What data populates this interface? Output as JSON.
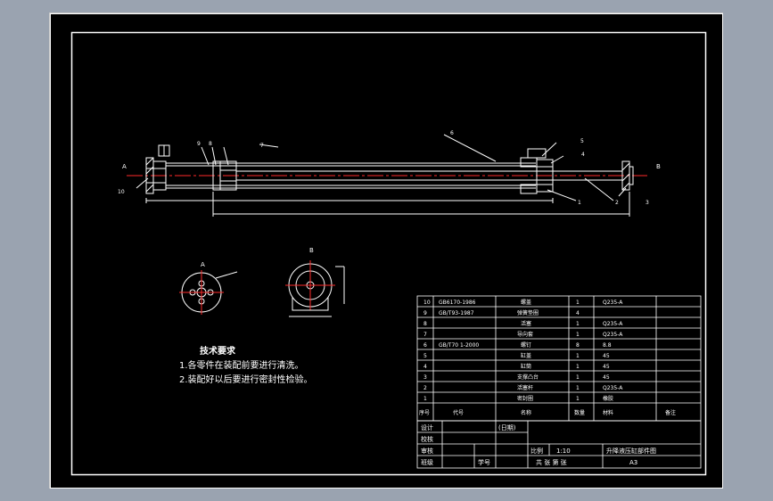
{
  "colors": {
    "background": "#000000",
    "line": "#ffffff",
    "centerline": "#ff2a2a",
    "window_bg": "#9aa3b0"
  },
  "views": {
    "main_view": {
      "section_left": "A",
      "section_right": "B",
      "balloons": [
        "10",
        "9",
        "8",
        "7",
        "6",
        "5",
        "4",
        "3",
        "2",
        "1"
      ]
    },
    "view_a": {
      "label": "A"
    },
    "view_b": {
      "label": "B"
    }
  },
  "notes": {
    "title": "技术要求",
    "lines": [
      "1.各零件在装配前要进行清洗。",
      "2.装配好以后要进行密封性检验。"
    ]
  },
  "bom": {
    "rows": [
      {
        "no": "10",
        "std": "GB6170-1986",
        "name": "螺盖",
        "qty": "1",
        "material": "Q235-A",
        "note": ""
      },
      {
        "no": "9",
        "std": "GB/T93-1987",
        "name": "弹簧垫圈",
        "qty": "4",
        "material": "",
        "note": ""
      },
      {
        "no": "8",
        "std": "",
        "name": "活塞",
        "qty": "1",
        "material": "Q235-A",
        "note": ""
      },
      {
        "no": "7",
        "std": "",
        "name": "导向套",
        "qty": "1",
        "material": "Q235-A",
        "note": ""
      },
      {
        "no": "6",
        "std": "GB/T70 1-2000",
        "name": "螺钉",
        "qty": "8",
        "material": "8.8",
        "note": ""
      },
      {
        "no": "5",
        "std": "",
        "name": "缸盖",
        "qty": "1",
        "material": "45",
        "note": ""
      },
      {
        "no": "4",
        "std": "",
        "name": "缸筒",
        "qty": "1",
        "material": "45",
        "note": ""
      },
      {
        "no": "3",
        "std": "",
        "name": "支撑凸台",
        "qty": "1",
        "material": "45",
        "note": ""
      },
      {
        "no": "2",
        "std": "",
        "name": "活塞杆",
        "qty": "1",
        "material": "Q235-A",
        "note": ""
      },
      {
        "no": "1",
        "std": "",
        "name": "密封圈",
        "qty": "1",
        "material": "橡胶",
        "note": ""
      }
    ],
    "header": {
      "no": "序号",
      "std": "代号",
      "name": "名称",
      "qty": "数量",
      "material": "材料",
      "note": "备注"
    }
  },
  "title_block": {
    "design": "设计",
    "check": "校核",
    "review": "审核",
    "class": "班级",
    "date": "(日期)",
    "student_no": "学号",
    "scale_label": "比例",
    "scale_value": "1:10",
    "drawing_title": "升降液压缸部件图",
    "sheets": "共  张  第  张",
    "sheet_code": "A3"
  }
}
